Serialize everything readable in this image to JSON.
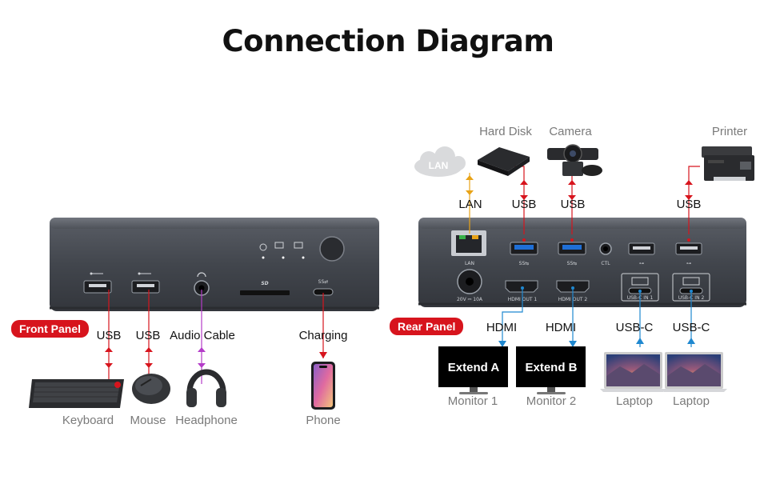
{
  "title": "Connection Diagram",
  "front_panel": {
    "badge": "Front Panel",
    "connections": [
      {
        "label": "USB",
        "device": "Keyboard"
      },
      {
        "label": "USB",
        "device": "Mouse"
      },
      {
        "label": "Audio Cable",
        "device": "Headphone"
      },
      {
        "label": "Charging",
        "device": "Phone"
      }
    ]
  },
  "rear_panel": {
    "badge": "Rear Panel",
    "top_connections": [
      {
        "label": "LAN",
        "device": "LAN"
      },
      {
        "label": "USB",
        "device": "Hard Disk"
      },
      {
        "label": "USB",
        "device": "Camera"
      },
      {
        "label": "USB",
        "device": "Printer"
      }
    ],
    "bottom_connections": [
      {
        "label": "HDMI",
        "device": "Monitor 1",
        "screen": "Extend A"
      },
      {
        "label": "HDMI",
        "device": "Monitor 2",
        "screen": "Extend B"
      },
      {
        "label": "USB-C",
        "device": "Laptop"
      },
      {
        "label": "USB-C",
        "device": "Laptop"
      }
    ],
    "port_labels": {
      "lan": "LAN",
      "power": "20V ⎓ 10A",
      "hdmi1": "HDMI OUT 1",
      "hdmi2": "HDMI OUT 2",
      "ctl": "CTL",
      "usbc1": "USB-C IN 1",
      "usbc2": "USB-C IN 2"
    }
  },
  "colors": {
    "usb_line": "#d7141d",
    "audio_line": "#b43cc8",
    "lan_line": "#e8a317",
    "video_line": "#1f88d0",
    "badge": "#d7141d"
  }
}
